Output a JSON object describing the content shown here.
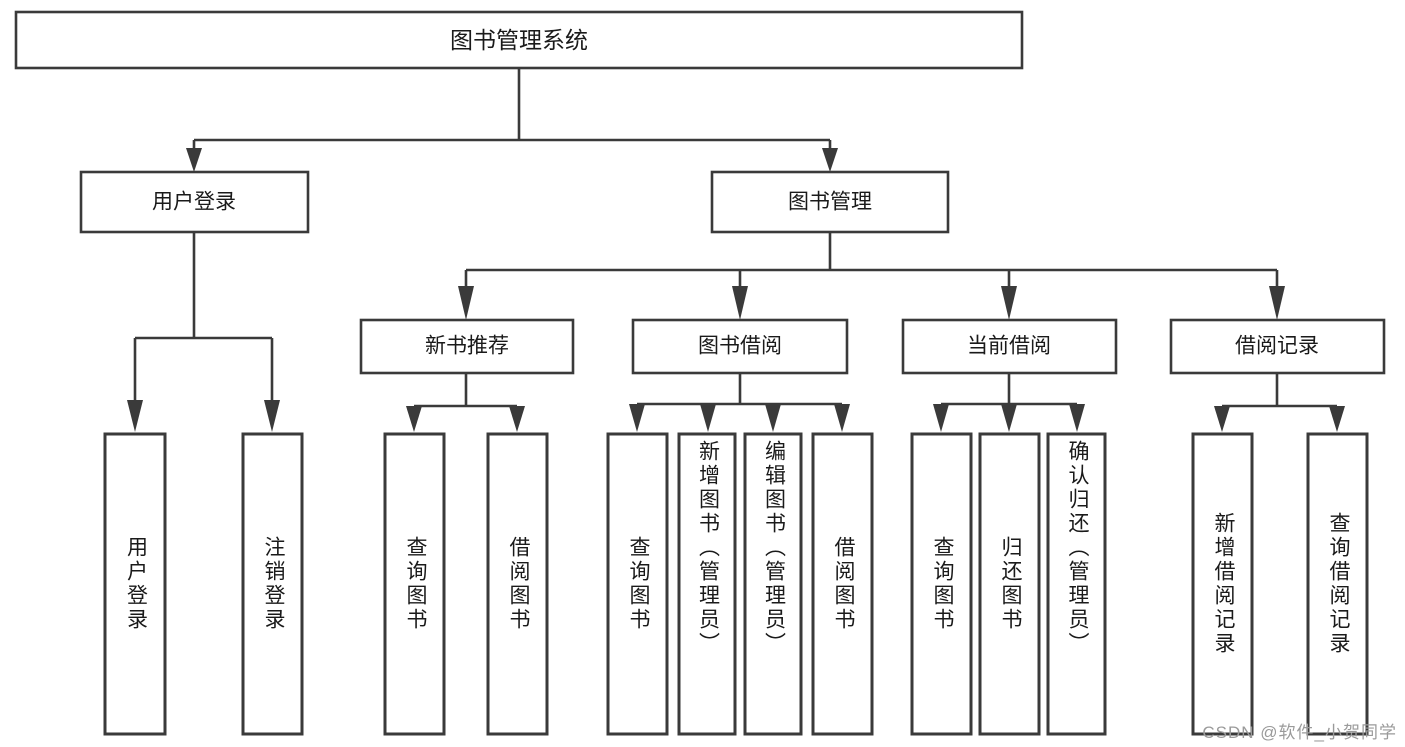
{
  "diagram": {
    "type": "tree",
    "title": "图书管理系统",
    "watermark": "CSDN @软件_小贺同学",
    "colors": {
      "stroke": "#3a3a3a",
      "fill": "#ffffff",
      "text": "#1a1a1a",
      "watermark": "#9a9a9a",
      "background": "#ffffff"
    },
    "levels": {
      "l1": [
        {
          "id": "root",
          "label": "图书管理系统"
        }
      ],
      "l2": [
        {
          "id": "user-login",
          "label": "用户登录"
        },
        {
          "id": "book-manage",
          "label": "图书管理"
        }
      ],
      "l3": [
        {
          "id": "new-book-rec",
          "label": "新书推荐",
          "parent": "book-manage"
        },
        {
          "id": "book-borrow",
          "label": "图书借阅",
          "parent": "book-manage"
        },
        {
          "id": "current-borrow",
          "label": "当前借阅",
          "parent": "book-manage"
        },
        {
          "id": "borrow-record",
          "label": "借阅记录",
          "parent": "book-manage"
        }
      ],
      "leaves": [
        {
          "id": "leaf-user-login",
          "label": "用户登录",
          "parent": "user-login"
        },
        {
          "id": "leaf-user-logout",
          "label": "注销登录",
          "parent": "user-login"
        },
        {
          "id": "leaf-rec-query",
          "label": "查询图书",
          "parent": "new-book-rec"
        },
        {
          "id": "leaf-rec-borrow",
          "label": "借阅图书",
          "parent": "new-book-rec"
        },
        {
          "id": "leaf-borrow-query",
          "label": "查询图书",
          "parent": "book-borrow"
        },
        {
          "id": "leaf-borrow-add",
          "label": "新增图书（管理员）",
          "parent": "book-borrow"
        },
        {
          "id": "leaf-borrow-edit",
          "label": "编辑图书（管理员）",
          "parent": "book-borrow"
        },
        {
          "id": "leaf-borrow-lend",
          "label": "借阅图书",
          "parent": "book-borrow"
        },
        {
          "id": "leaf-cur-query",
          "label": "查询图书",
          "parent": "current-borrow"
        },
        {
          "id": "leaf-cur-return",
          "label": "归还图书",
          "parent": "current-borrow"
        },
        {
          "id": "leaf-cur-confirm",
          "label": "确认归还（管理员）",
          "parent": "current-borrow"
        },
        {
          "id": "leaf-rec-add",
          "label": "新增借阅记录",
          "parent": "borrow-record"
        },
        {
          "id": "leaf-rec-search",
          "label": "查询借阅记录",
          "parent": "borrow-record"
        }
      ]
    }
  }
}
